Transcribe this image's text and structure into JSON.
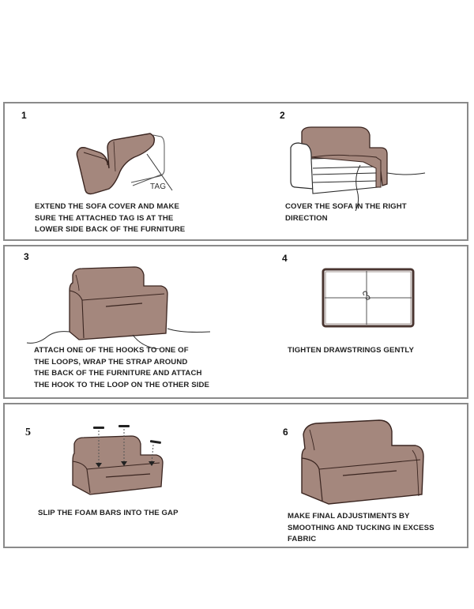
{
  "colors": {
    "fabric": "#a4877d",
    "outline": "#3a2520",
    "border": "#8a8a8a",
    "text": "#222222"
  },
  "steps": [
    {
      "number": "1",
      "illustration": "folded-sofa-cover-with-tag",
      "tag_label": "TAG",
      "text": "EXTEND THE SOFA COVER AND MAKE\nSURE THE ATTACHED TAG IS AT THE\nLOWER SIDE BACK OF THE FURNITURE"
    },
    {
      "number": "2",
      "illustration": "sofa-partially-covered",
      "text": "COVER THE SOFA IN THE RIGHT\nDIRECTION"
    },
    {
      "number": "3",
      "illustration": "covered-sofa-with-straps",
      "text": "ATTACH ONE OF THE HOOKS TO ONE OF\nTHE LOOPS, WRAP THE STRAP AROUND\nTHE BACK OF THE FURNITURE AND ATTACH\nTHE HOOK TO THE LOOP ON THE OTHER SIDE"
    },
    {
      "number": "4",
      "illustration": "drawstring-frame-bottom-view",
      "text": "TIGHTEN DRAWSTRINGS GENTLY"
    },
    {
      "number": "5",
      "illustration": "sofa-with-foam-bars",
      "text": "SLIP THE FOAM BARS INTO THE GAP"
    },
    {
      "number": "6",
      "illustration": "fully-covered-sofa",
      "text": "MAKE FINAL ADJUSTIMENTS BY\nSMOOTHING AND TUCKING IN EXCESS\nFABRIC"
    }
  ]
}
